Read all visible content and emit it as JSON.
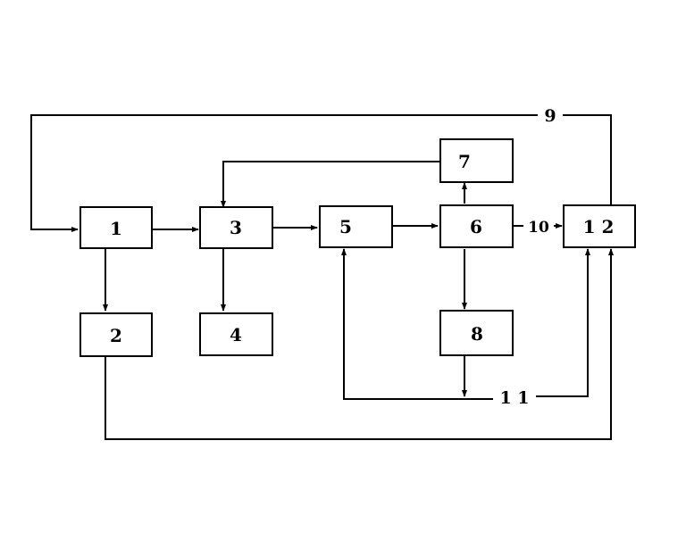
{
  "diagram": {
    "blocks": {
      "b1": "1",
      "b2": "2",
      "b3": "3",
      "b4": "4",
      "b5": "5",
      "b6": "6",
      "b7": "7",
      "b8": "8",
      "b12": "1 2"
    },
    "line_labels": {
      "l9": "9",
      "l10": "10",
      "l11": "1 1"
    },
    "colors": {
      "stroke": "#000000",
      "background": "#ffffff"
    }
  }
}
